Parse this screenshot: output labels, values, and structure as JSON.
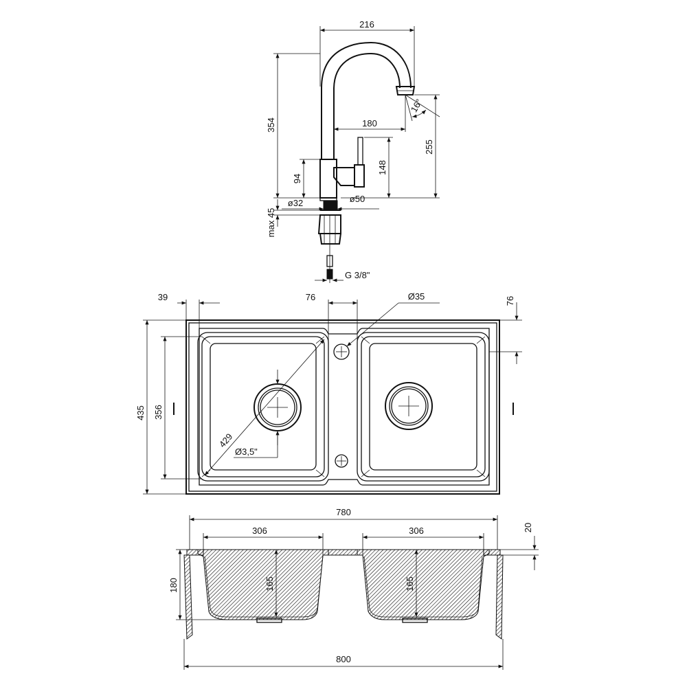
{
  "faucet": {
    "dim_width": "216",
    "dim_height": "354",
    "dim_spout_reach": "180",
    "dim_angle": "16°",
    "dim_spout_height": "255",
    "dim_lever_height": "148",
    "dim_body_height": "94",
    "dim_base_dia_left": "ø32",
    "dim_base_dia_right": "ø50",
    "dim_max_thickness": "max 45",
    "dim_connector": "G 3/8\""
  },
  "plan": {
    "dim_rim_left": "39",
    "dim_center_gap": "76",
    "dim_tap_hole": "Ø35",
    "dim_rim_right": "76",
    "dim_total_depth": "435",
    "dim_bowl_depth": "356",
    "dim_diagonal": "429",
    "dim_drain": "Ø3,5\""
  },
  "section": {
    "dim_inner_width": "780",
    "dim_bowl_left": "306",
    "dim_bowl_right": "306",
    "dim_rim_thickness": "20",
    "dim_side_height": "180",
    "dim_depth_left": "165",
    "dim_depth_right": "165",
    "dim_overall_width": "800"
  }
}
